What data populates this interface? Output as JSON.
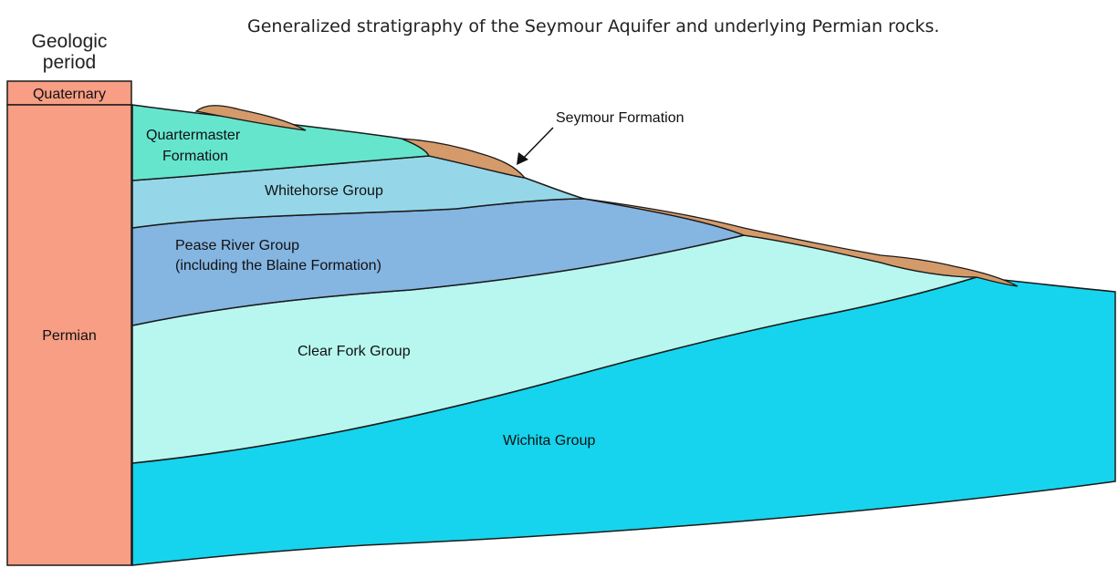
{
  "caption": "Generalized stratigraphy of the Seymour Aquifer and underlying Permian rocks.",
  "period_column": {
    "heading_line1": "Geologic",
    "heading_line2": "period",
    "periods": [
      {
        "name": "Quaternary",
        "color": "#f79e84"
      },
      {
        "name": "Permian",
        "color": "#f79e84"
      }
    ]
  },
  "units": [
    {
      "name": "Seymour Formation",
      "color": "#d49a6a"
    },
    {
      "name_line1": "Quartermaster",
      "name_line2": "Formation",
      "color": "#66e5cd"
    },
    {
      "name": "Whitehorse Group",
      "color": "#95d7e8"
    },
    {
      "name_line1": "Pease River Group",
      "name_line2": "(including the Blaine Formation)",
      "color": "#85b5e1"
    },
    {
      "name": "Clear Fork Group",
      "color": "#b7f7ef"
    },
    {
      "name": "Wichita Group",
      "color": "#16d4ed"
    }
  ]
}
